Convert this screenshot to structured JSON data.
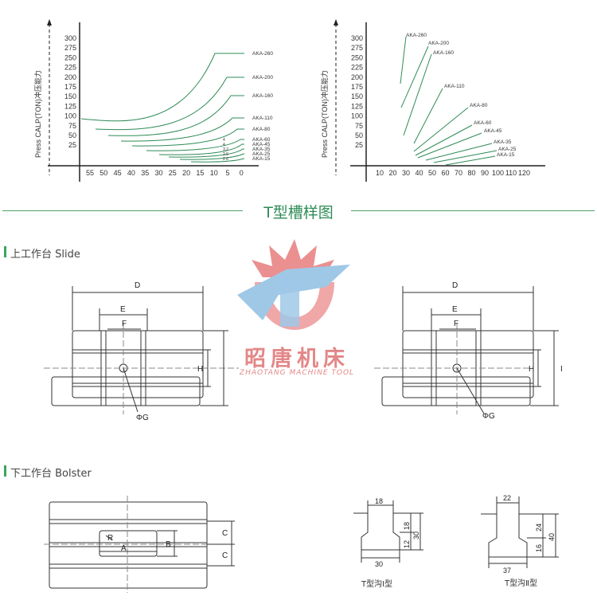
{
  "chart_data": [
    {
      "type": "line",
      "ylabel": "Press CALP(TON)冲压能力",
      "y_ticks": [
        "300",
        "275",
        "250",
        "225",
        "200",
        "175",
        "150",
        "125",
        "100",
        "75",
        "50",
        "25"
      ],
      "x_ticks": [
        "55",
        "50",
        "45",
        "40",
        "35",
        "30",
        "25",
        "20",
        "15",
        "10",
        "5",
        "0"
      ],
      "series_labels": [
        "AKA-260",
        "AKA-200",
        "AKA-160",
        "AKA-110",
        "AKA-80",
        "AKA-60",
        "AKA-45",
        "AKA-35",
        "AKA-25",
        "AKA-15"
      ],
      "small_labels": [
        "4",
        "4",
        "3.2",
        "2.6",
        "2.6"
      ]
    },
    {
      "type": "line",
      "ylabel": "Press CALP(TON)冲压能力",
      "y_ticks": [
        "300",
        "275",
        "250",
        "225",
        "200",
        "175",
        "150",
        "125",
        "100",
        "75",
        "50",
        "25"
      ],
      "x_ticks": [
        "10",
        "20",
        "30",
        "40",
        "50",
        "60",
        "70",
        "80",
        "90",
        "100",
        "110",
        "120"
      ],
      "series_labels": [
        "AKA-260",
        "AKA-200",
        "AKA-160",
        "AKA-110",
        "AKA-80",
        "AKA-60",
        "AKA-45",
        "AKA-35",
        "AKA-25",
        "AKA-15"
      ]
    }
  ],
  "main_title": "T型槽样图",
  "slide": {
    "title": "上工作台 Slide",
    "labels": {
      "D": "D",
      "E": "E",
      "F": "F",
      "H": "H",
      "G": "ΦG",
      "I": "I"
    }
  },
  "watermark": {
    "cn": "昭唐机床",
    "en": "ZHAOTANG MACHINE TOOL"
  },
  "bolster": {
    "title": "下工作台 Bolster",
    "labels": {
      "R": "R",
      "A": "A",
      "B": "B",
      "C1": "C",
      "C2": "C"
    }
  },
  "tslot1": {
    "caption": "T型沟Ⅰ型",
    "top": "18",
    "h1": "18",
    "h2": "12",
    "total": "30",
    "bottom": "30"
  },
  "tslot2": {
    "caption": "T型沟Ⅱ型",
    "top": "22",
    "h1": "24",
    "h2": "16",
    "total": "40",
    "bottom": "37"
  },
  "colors": {
    "curve": "#2e8b57",
    "accent": "#3aa65a",
    "logo_red": "#e36b6b",
    "logo_blue": "#7fb6e0"
  }
}
